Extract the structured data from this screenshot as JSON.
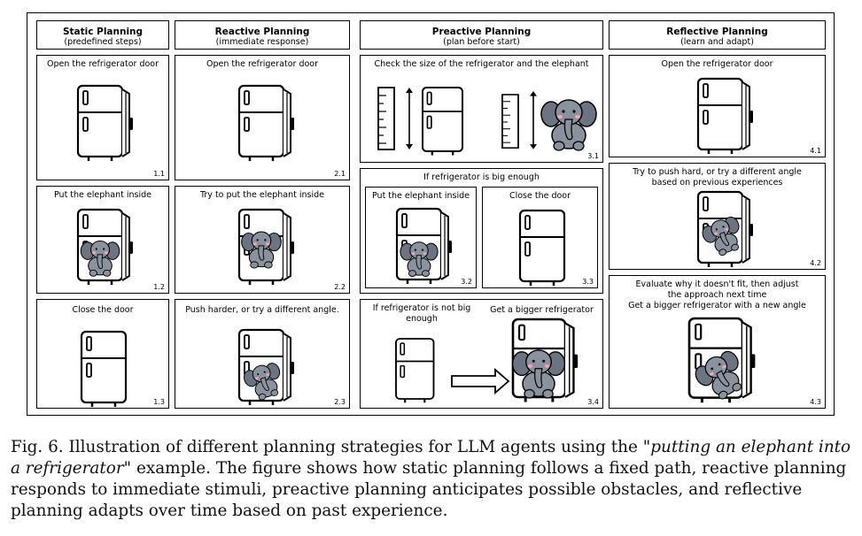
{
  "headers": [
    {
      "title": "Static Planning",
      "subtitle": "(predefined steps)"
    },
    {
      "title": "Reactive Planning",
      "subtitle": "(immediate response)"
    },
    {
      "title": "Preactive Planning",
      "subtitle": "(plan before start)"
    },
    {
      "title": "Reflective Planning",
      "subtitle": "(learn and adapt)"
    }
  ],
  "static": {
    "p1": {
      "text": "Open the refrigerator door",
      "num": "1.1"
    },
    "p2": {
      "text": "Put the elephant inside",
      "num": "1.2"
    },
    "p3": {
      "text": "Close the door",
      "num": "1.3"
    }
  },
  "reactive": {
    "p1": {
      "text": "Open the refrigerator door",
      "num": "2.1"
    },
    "p2": {
      "text": "Try to put the elephant inside",
      "num": "2.2"
    },
    "p3": {
      "text": "Push harder, or try a different angle.",
      "num": "2.3"
    }
  },
  "preactive": {
    "p1": {
      "text": "Check the size of the refrigerator and the elephant",
      "num": "3.1"
    },
    "p2": {
      "text": "If refrigerator is big enough",
      "a": {
        "text": "Put the elephant inside",
        "num": "3.2"
      },
      "b": {
        "text": "Close the door",
        "num": "3.3"
      }
    },
    "p3": {
      "left": "If refrigerator is not big enough",
      "right": "Get a bigger refrigerator",
      "num": "3.4"
    }
  },
  "reflective": {
    "p1": {
      "text": "Open the refrigerator door",
      "num": "4.1"
    },
    "p2": {
      "line1": "Try to push hard, or try a different angle",
      "line2": "based on previous experiences",
      "num": "4.2"
    },
    "p3": {
      "line1": "Evaluate why it doesn't fit, then adjust",
      "line2": "the approach next time",
      "line3": "Get a bigger refrigerator with a new angle",
      "num": "4.3"
    }
  },
  "caption": {
    "prefix": "Fig. 6.  Illustration of different planning strategies for LLM agents using the ",
    "quote": "\"putting an elephant into a refrigerator\"",
    "suffix": " example. The figure shows how static planning follows a fixed path, reactive planning responds to immediate stimuli, preactive planning anticipates possible obstacles, and reflective planning adapts over time based on past experience."
  },
  "colors": {
    "elephant": "#8a929e",
    "elephant_dark": "#6b7480",
    "cheek": "#f4a6b8",
    "line": "#000000"
  }
}
